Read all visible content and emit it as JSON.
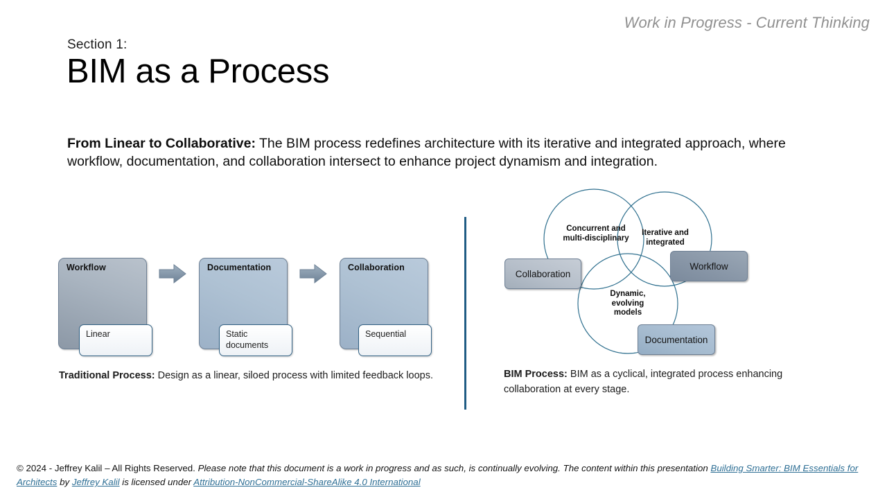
{
  "header": {
    "status_note": "Work in Progress - Current Thinking"
  },
  "title": {
    "eyebrow": "Section 1:",
    "heading": "BIM as a Process"
  },
  "lead": {
    "bold_prefix": "From Linear to Collaborative:",
    "body": " The BIM process redefines architecture with its iterative and integrated approach, where workflow, documentation, and collaboration intersect to enhance project dynamism and integration."
  },
  "linear_diagram": {
    "stages": [
      {
        "title": "Workflow",
        "callout": "Linear",
        "style": "gray"
      },
      {
        "title": "Documentation",
        "callout": "Static documents",
        "style": "blue"
      },
      {
        "title": "Collaboration",
        "callout": "Sequential",
        "style": "blue"
      }
    ],
    "arrows": [
      "arrow-right-icon",
      "arrow-right-icon"
    ]
  },
  "venn_diagram": {
    "circle_labels": [
      "Concurrent and multi-disciplinary",
      "Iterative and integrated",
      "Dynamic, evolving models"
    ],
    "nodes": [
      {
        "label": "Collaboration",
        "style": "slate-light"
      },
      {
        "label": "Workflow",
        "style": "slate-dark"
      },
      {
        "label": "Documentation",
        "style": "blue-mid"
      }
    ]
  },
  "captions": {
    "left_bold": "Traditional Process:",
    "left_body": " Design as a linear, siloed process with limited feedback loops.",
    "right_bold": "BIM Process:",
    "right_body": " BIM as a cyclical, integrated process enhancing collaboration at every stage."
  },
  "footer": {
    "copyright": "© 2024 - Jeffrey Kalil – All Rights Reserved.",
    "note": " Please note that this document is a work in progress and as such, is continually evolving. The content within this presentation ",
    "link_title": "Building Smarter: BIM Essentials for Architects",
    "by": " by ",
    "link_author": "Jeffrey Kalil",
    "licensed": " is licensed under ",
    "link_license": "Attribution-NonCommercial-ShareAlike 4.0 International"
  },
  "colors": {
    "divider": "#1f5c84",
    "link": "#2e6f95",
    "circle_stroke": "#2e6f8e",
    "header_gray": "#909090"
  }
}
